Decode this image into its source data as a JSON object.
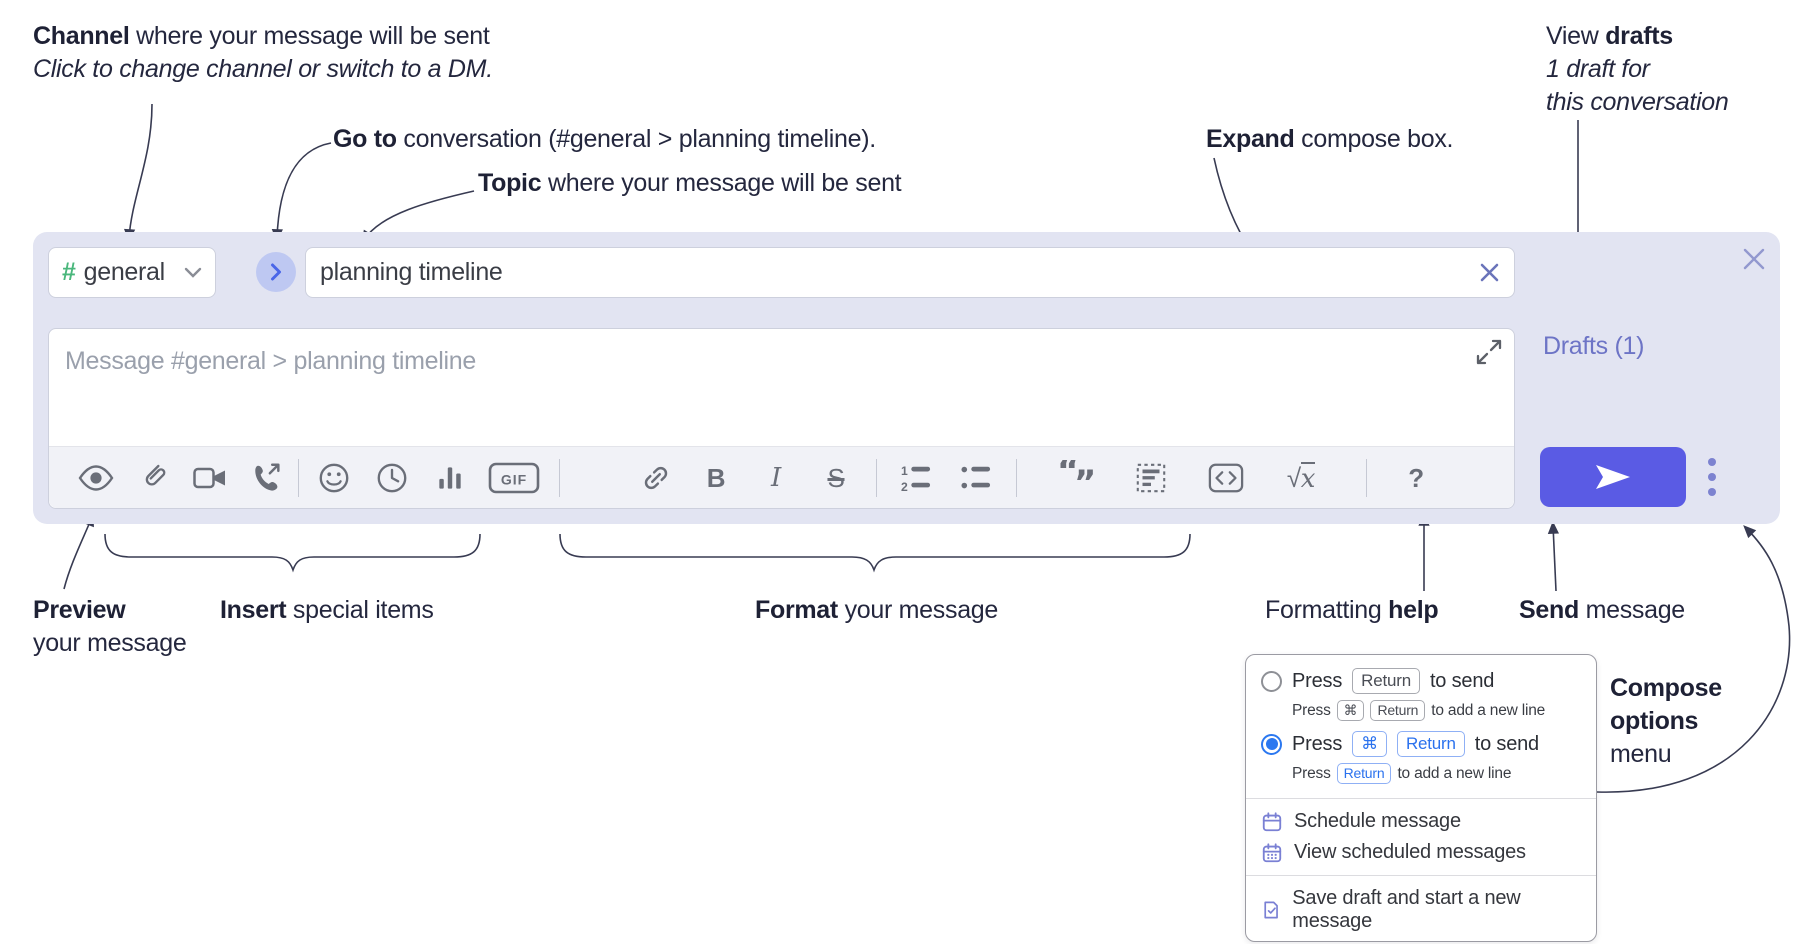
{
  "annotations": {
    "channel": {
      "bold": "Channel",
      "rest": " where your message will be sent",
      "sub": "Click to change channel or switch to a DM."
    },
    "goto": {
      "bold": "Go to",
      "rest": " conversation (#general > planning timeline)."
    },
    "topic": {
      "bold": "Topic",
      "rest": " where your message will be sent"
    },
    "expand": {
      "bold": "Expand",
      "rest": " compose box."
    },
    "view_drafts": {
      "pre": "View ",
      "bold": "drafts",
      "line2": "1 draft for",
      "line3": "this conversation"
    },
    "preview": {
      "bold": "Preview",
      "line2": "your message"
    },
    "insert": {
      "bold": "Insert",
      "rest": " special items"
    },
    "format": {
      "bold": "Format",
      "rest": " your message"
    },
    "formatting_help": {
      "pre": "Formatting ",
      "bold": "help"
    },
    "send": {
      "bold": "Send",
      "rest": " message"
    },
    "compose_options": {
      "line1": "Compose",
      "line2": "options",
      "line3": "menu"
    }
  },
  "compose": {
    "channel_hash": "#",
    "channel_name": "general",
    "topic_value": "planning timeline",
    "message_placeholder": "Message #general > planning timeline",
    "drafts_label": "Drafts (1)",
    "toolbar_labels": {
      "bold": "B",
      "italic": "I",
      "strike": "S",
      "gif": "GIF",
      "sqrt": "√",
      "math_x": "x",
      "help": "?",
      "quote_open": "“",
      "quote_close": "”"
    }
  },
  "popup": {
    "option1": {
      "pre": "Press",
      "key": "Return",
      "post": "to send",
      "sub": {
        "pre": "Press",
        "key1": "⌘",
        "key2": "Return",
        "post": "to add a new line"
      }
    },
    "option2": {
      "pre": "Press",
      "key1": "⌘",
      "key2": "Return",
      "post": "to send",
      "sub": {
        "pre": "Press",
        "key": "Return",
        "post": "to add a new line"
      }
    },
    "items": [
      {
        "label": "Schedule message"
      },
      {
        "label": "View scheduled messages"
      },
      {
        "label": "Save draft and start a new message"
      }
    ]
  },
  "colors": {
    "lavender": "#e2e4f2",
    "send_button": "#5a5be4",
    "link_indigo": "#6d74c6",
    "radio_blue": "#2b72ee",
    "hash_green": "#4ab77c"
  }
}
